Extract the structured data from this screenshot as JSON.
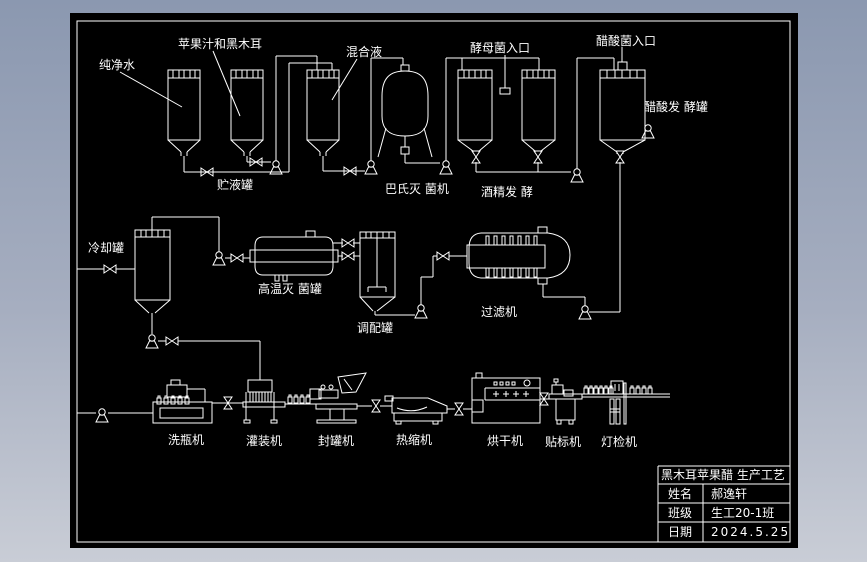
{
  "colors": {
    "background_top": "#8b98b0",
    "background_bottom": "#c9cdd6",
    "canvas": "#000000",
    "line": "#ffffff"
  },
  "diagram": {
    "top": {
      "pure_water": "纯净水",
      "apple_fungus": "苹果汁和黑木耳",
      "mixed_liquid": "混合液",
      "storage_tank": "贮液罐",
      "pasteurizer": "巴氏灭 菌机",
      "yeast_inlet": "酵母菌入口",
      "alcohol_ferment": "酒精发 酵",
      "acetic_inlet": "醋酸菌入口",
      "acetic_fermenter": "醋酸发 酵罐"
    },
    "middle": {
      "cooling_tank": "冷却罐",
      "sterilizer": "高温灭 菌罐",
      "blending_tank": "调配罐",
      "filter": "过滤机"
    },
    "bottom": {
      "washer": "洗瓶机",
      "filler": "灌装机",
      "capper": "封罐机",
      "shrink": "热缩机",
      "dryer": "烘干机",
      "labeler": "贴标机",
      "inspector": "灯检机"
    }
  },
  "title_block": {
    "title": "黑木耳苹果醋 生产工艺",
    "rows": [
      {
        "label": "姓名",
        "value": "郝逸轩"
      },
      {
        "label": "班级",
        "value": "生工20-1班"
      },
      {
        "label": "日期",
        "value": "2024.5.25"
      }
    ]
  }
}
